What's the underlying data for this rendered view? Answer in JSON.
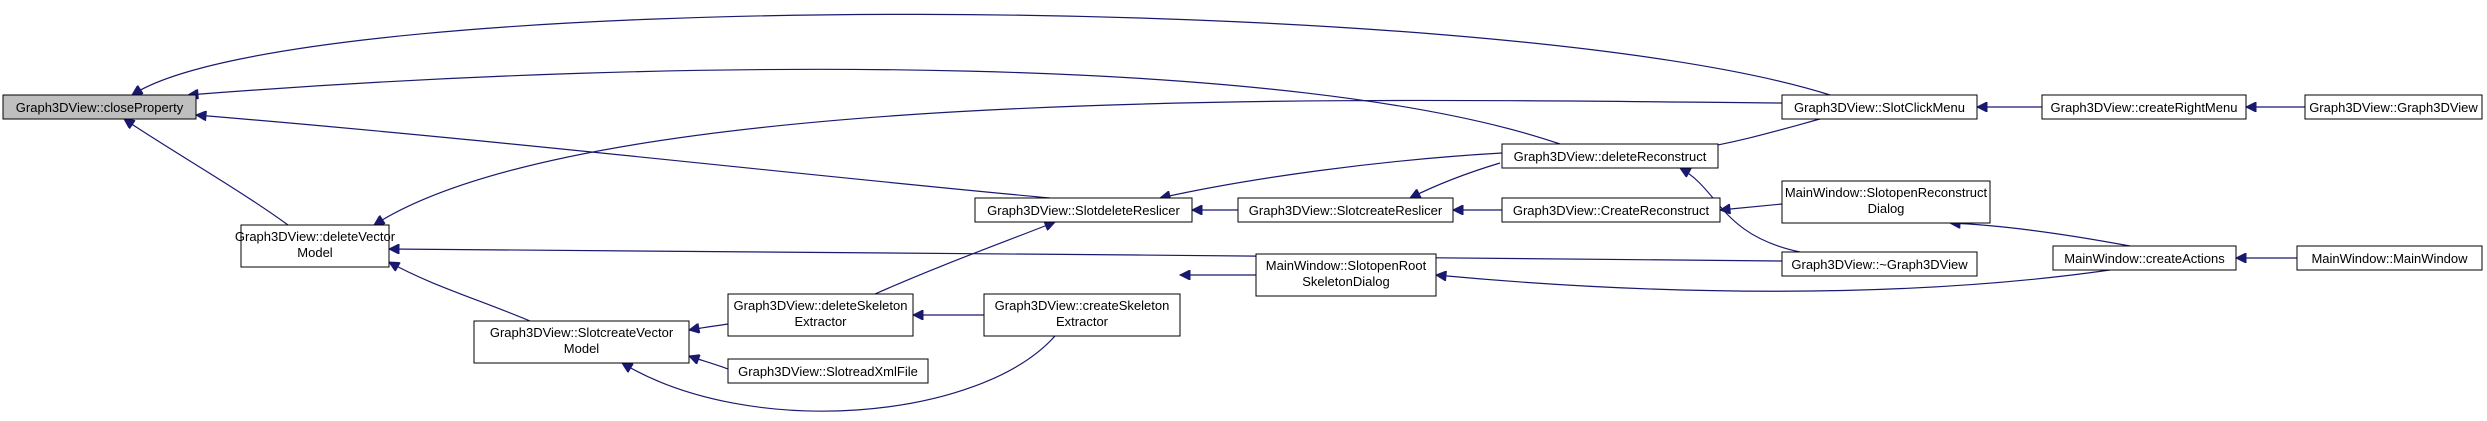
{
  "graph": {
    "colors": {
      "edge": "#191970",
      "node_border": "#000000",
      "node_fill": "#ffffff",
      "root_fill": "#bfbfbf"
    },
    "nodes": [
      {
        "id": "closeProperty",
        "lines": [
          "Graph3DView::closeProperty"
        ],
        "root": true
      },
      {
        "id": "deleteVectorModel",
        "lines": [
          "Graph3DView::deleteVector",
          "Model"
        ]
      },
      {
        "id": "SlotcreateVectorModel",
        "lines": [
          "Graph3DView::SlotcreateVector",
          "Model"
        ]
      },
      {
        "id": "deleteSkeletonExtractor",
        "lines": [
          "Graph3DView::deleteSkeleton",
          "Extractor"
        ]
      },
      {
        "id": "SlotreadXmlFile",
        "lines": [
          "Graph3DView::SlotreadXmlFile"
        ]
      },
      {
        "id": "SlotdeleteReslicer",
        "lines": [
          "Graph3DView::SlotdeleteReslicer"
        ]
      },
      {
        "id": "createSkeletonExtractor",
        "lines": [
          "Graph3DView::createSkeleton",
          "Extractor"
        ]
      },
      {
        "id": "SlotcreateReslicer",
        "lines": [
          "Graph3DView::SlotcreateReslicer"
        ]
      },
      {
        "id": "SlotopenRootSkeletonDialog",
        "lines": [
          "MainWindow::SlotopenRoot",
          "SkeletonDialog"
        ]
      },
      {
        "id": "deleteReconstruct",
        "lines": [
          "Graph3DView::deleteReconstruct"
        ]
      },
      {
        "id": "CreateReconstruct",
        "lines": [
          "Graph3DView::CreateReconstruct"
        ]
      },
      {
        "id": "SlotClickMenu",
        "lines": [
          "Graph3DView::SlotClickMenu"
        ]
      },
      {
        "id": "SlotopenReconstructDialog",
        "lines": [
          "MainWindow::SlotopenReconstruct",
          "Dialog"
        ]
      },
      {
        "id": "dtorGraph3DView",
        "lines": [
          "Graph3DView::~Graph3DView"
        ]
      },
      {
        "id": "createRightMenu",
        "lines": [
          "Graph3DView::createRightMenu"
        ]
      },
      {
        "id": "createActions",
        "lines": [
          "MainWindow::createActions"
        ]
      },
      {
        "id": "ctorGraph3DView",
        "lines": [
          "Graph3DView::Graph3DView"
        ]
      },
      {
        "id": "MainWindowCtor",
        "lines": [
          "MainWindow::MainWindow"
        ]
      }
    ],
    "edges": [
      {
        "from": "deleteVectorModel",
        "to": "closeProperty"
      },
      {
        "from": "SlotClickMenu",
        "to": "closeProperty"
      },
      {
        "from": "deleteReconstruct",
        "to": "closeProperty"
      },
      {
        "from": "SlotdeleteReslicer",
        "to": "closeProperty"
      },
      {
        "from": "SlotcreateVectorModel",
        "to": "deleteVectorModel"
      },
      {
        "from": "SlotClickMenu",
        "to": "deleteVectorModel"
      },
      {
        "from": "dtorGraph3DView",
        "to": "deleteVectorModel"
      },
      {
        "from": "deleteSkeletonExtractor",
        "to": "SlotcreateVectorModel"
      },
      {
        "from": "SlotreadXmlFile",
        "to": "SlotcreateVectorModel"
      },
      {
        "from": "createSkeletonExtractor",
        "to": "SlotcreateVectorModel"
      },
      {
        "from": "createSkeletonExtractor",
        "to": "deleteSkeletonExtractor"
      },
      {
        "from": "deleteSkeletonExtractor",
        "to": "SlotdeleteReslicer"
      },
      {
        "from": "SlotcreateReslicer",
        "to": "SlotdeleteReslicer"
      },
      {
        "from": "deleteReconstruct",
        "to": "SlotdeleteReslicer"
      },
      {
        "from": "SlotopenRootSkeletonDialog",
        "to": "createSkeletonExtractor"
      },
      {
        "from": "CreateReconstruct",
        "to": "SlotcreateReslicer"
      },
      {
        "from": "deleteReconstruct",
        "to": "SlotcreateReslicer"
      },
      {
        "from": "createActions",
        "to": "SlotopenRootSkeletonDialog"
      },
      {
        "from": "SlotClickMenu",
        "to": "deleteReconstruct"
      },
      {
        "from": "dtorGraph3DView",
        "to": "deleteReconstruct"
      },
      {
        "from": "SlotopenReconstructDialog",
        "to": "CreateReconstruct"
      },
      {
        "from": "createActions",
        "to": "SlotopenReconstructDialog"
      },
      {
        "from": "createRightMenu",
        "to": "SlotClickMenu"
      },
      {
        "from": "ctorGraph3DView",
        "to": "createRightMenu"
      },
      {
        "from": "MainWindowCtor",
        "to": "createActions"
      }
    ]
  }
}
